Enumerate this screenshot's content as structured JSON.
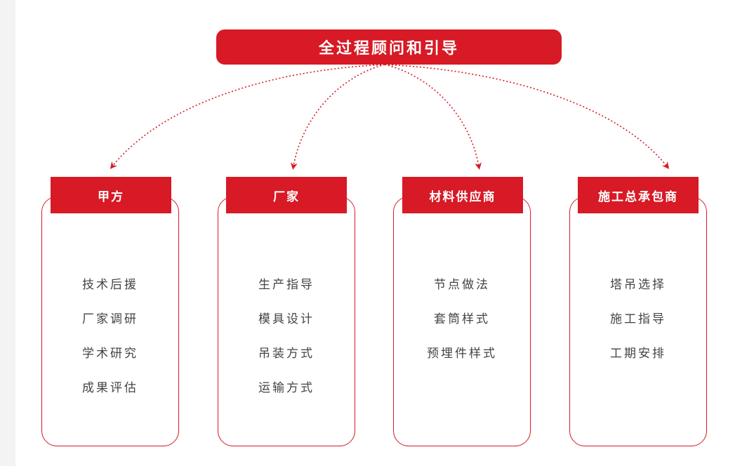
{
  "title": "全过程顾问和引导",
  "accent_color": "#d71a25",
  "columns": [
    {
      "header": "甲方",
      "items": [
        "技术后援",
        "厂家调研",
        "学术研究",
        "成果评估"
      ]
    },
    {
      "header": "厂家",
      "items": [
        "生产指导",
        "模具设计",
        "吊装方式",
        "运输方式"
      ]
    },
    {
      "header": "材料供应商",
      "items": [
        "节点做法",
        "套筒样式",
        "预埋件样式"
      ]
    },
    {
      "header": "施工总承包商",
      "items": [
        "塔吊选择",
        "施工指导",
        "工期安排"
      ]
    }
  ]
}
